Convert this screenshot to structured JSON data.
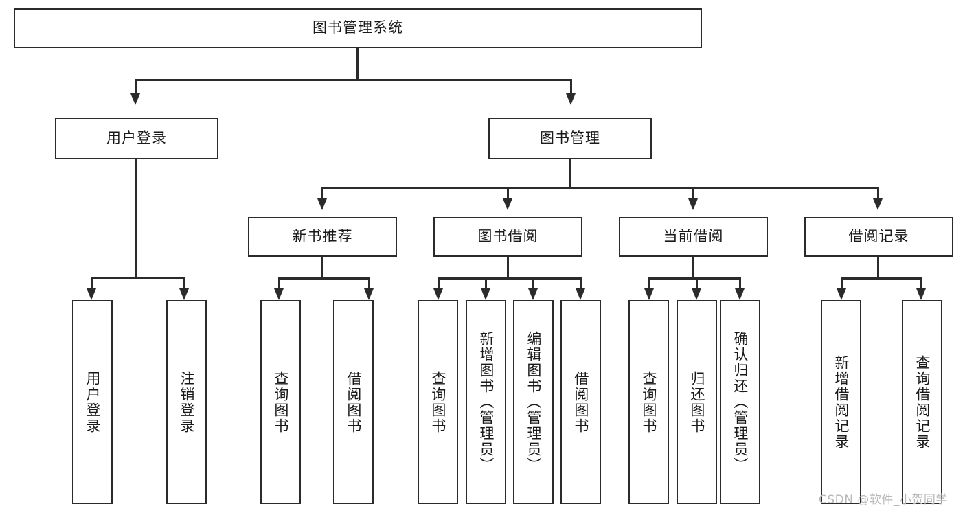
{
  "diagram": {
    "title": "图书管理系统",
    "type": "tree-hierarchy",
    "root": {
      "id": "root",
      "label": "图书管理系统"
    },
    "level2": [
      {
        "id": "user-login",
        "label": "用户登录"
      },
      {
        "id": "book-manage",
        "label": "图书管理"
      }
    ],
    "level3": [
      {
        "id": "new-book-recommend",
        "label": "新书推荐"
      },
      {
        "id": "book-borrow",
        "label": "图书借阅"
      },
      {
        "id": "current-borrow",
        "label": "当前借阅"
      },
      {
        "id": "borrow-record",
        "label": "借阅记录"
      }
    ],
    "leaves": [
      {
        "id": "leaf-user-login",
        "label": "用户登录",
        "parent": "user-login"
      },
      {
        "id": "leaf-user-logout",
        "label": "注销登录",
        "parent": "user-login"
      },
      {
        "id": "leaf-query-book-1",
        "label": "查询图书",
        "parent": "new-book-recommend"
      },
      {
        "id": "leaf-borrow-book-1",
        "label": "借阅图书",
        "parent": "new-book-recommend"
      },
      {
        "id": "leaf-query-book-2",
        "label": "查询图书",
        "parent": "book-borrow"
      },
      {
        "id": "leaf-add-book",
        "label": "新增图书（管理员）",
        "parent": "book-borrow"
      },
      {
        "id": "leaf-edit-book",
        "label": "编辑图书（管理员）",
        "parent": "book-borrow"
      },
      {
        "id": "leaf-borrow-book-2",
        "label": "借阅图书",
        "parent": "book-borrow"
      },
      {
        "id": "leaf-query-book-3",
        "label": "查询图书",
        "parent": "current-borrow"
      },
      {
        "id": "leaf-return-book",
        "label": "归还图书",
        "parent": "current-borrow"
      },
      {
        "id": "leaf-confirm-return",
        "label": "确认归还（管理员）",
        "parent": "current-borrow"
      },
      {
        "id": "leaf-add-record",
        "label": "新增借阅记录",
        "parent": "borrow-record"
      },
      {
        "id": "leaf-query-record",
        "label": "查询借阅记录",
        "parent": "borrow-record"
      }
    ],
    "watermark": "CSDN @软件_小贺同学",
    "colors": {
      "stroke": "#2b2b2b",
      "fill": "#ffffff",
      "text": "#1a1a1a",
      "watermark": "#b8b8b8"
    }
  }
}
